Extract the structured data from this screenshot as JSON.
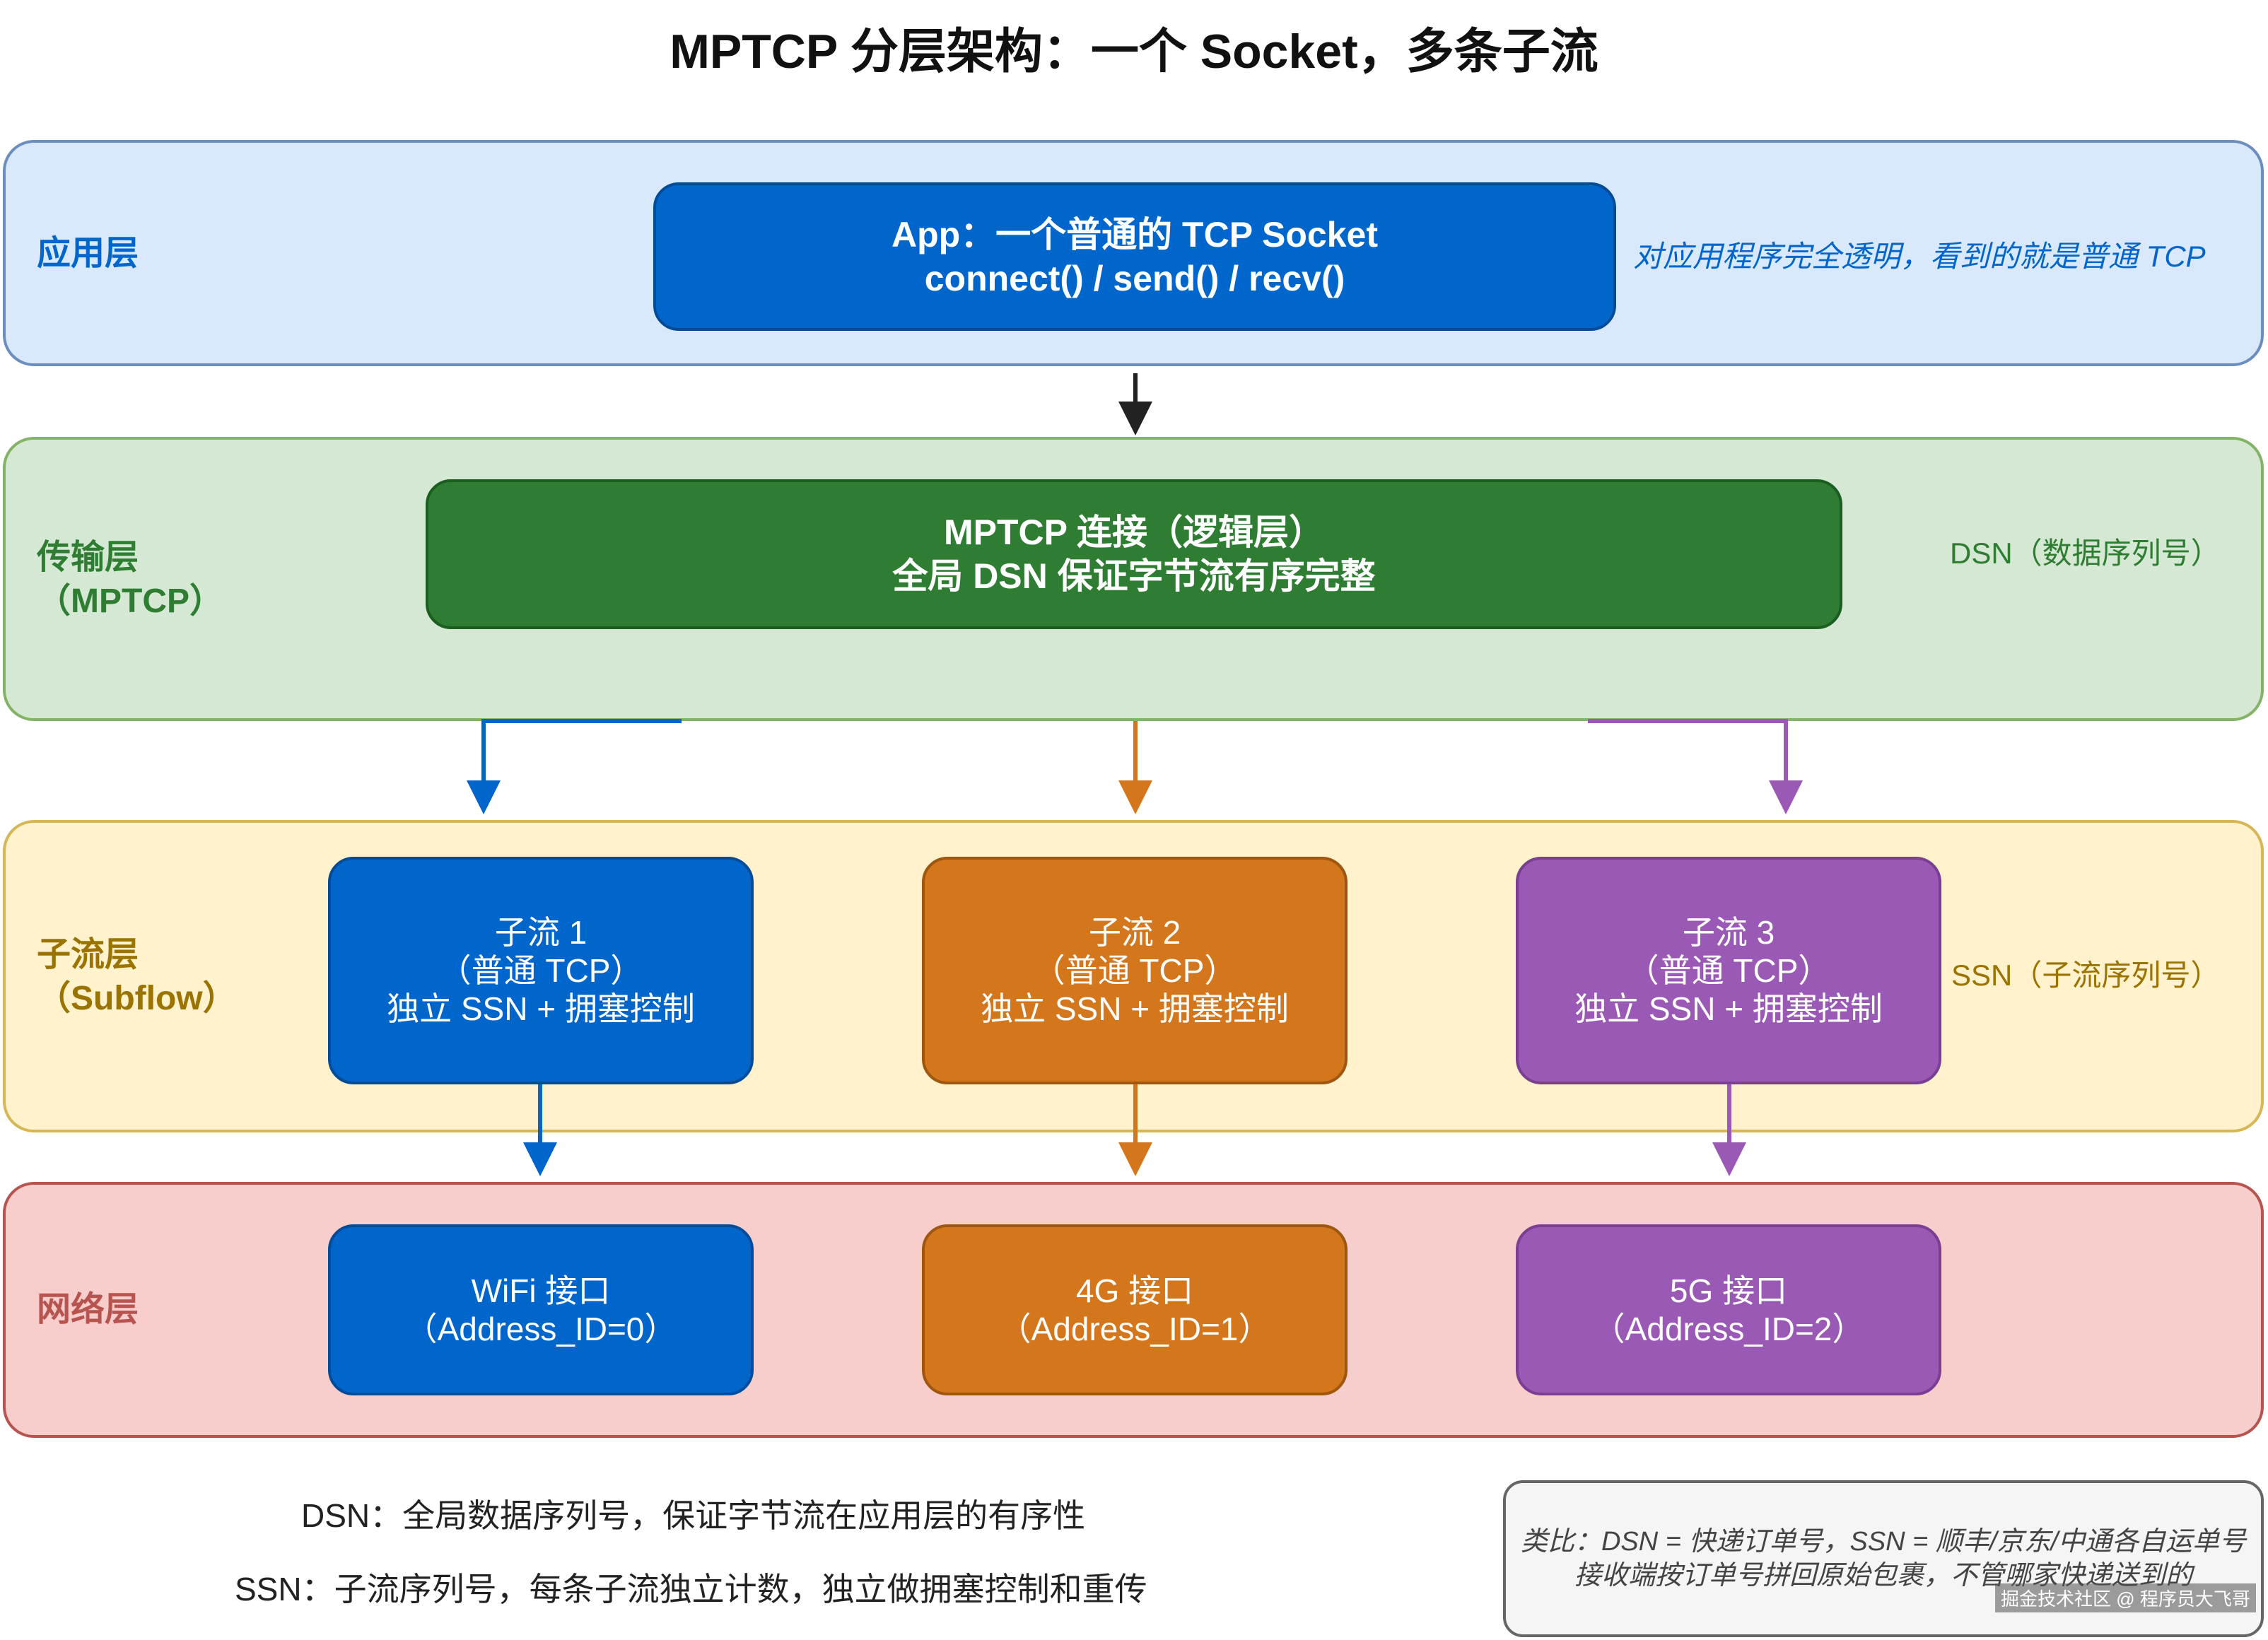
{
  "title": "MPTCP 分层架构：一个 Socket，多条子流",
  "layers": {
    "app": {
      "label": "应用层",
      "box_line1": "App：一个普通的 TCP Socket",
      "box_line2": "connect() / send() / recv()",
      "side_note": "对应用程序完全透明，看到的就是普通 TCP"
    },
    "transport": {
      "label_line1": "传输层",
      "label_line2": "（MPTCP）",
      "box_line1": "MPTCP 连接（逻辑层）",
      "box_line2": "全局 DSN 保证字节流有序完整",
      "side_note": "DSN（数据序列号）"
    },
    "subflow": {
      "label_line1": "子流层",
      "label_line2": "（Subflow）",
      "side_note": "SSN（子流序列号）",
      "boxes": [
        {
          "line1": "子流 1",
          "line2": "（普通 TCP）",
          "line3": "独立 SSN + 拥塞控制"
        },
        {
          "line1": "子流 2",
          "line2": "（普通 TCP）",
          "line3": "独立 SSN + 拥塞控制"
        },
        {
          "line1": "子流 3",
          "line2": "（普通 TCP）",
          "line3": "独立 SSN + 拥塞控制"
        }
      ]
    },
    "network": {
      "label": "网络层",
      "boxes": [
        {
          "line1": "WiFi 接口",
          "line2": "（Address_ID=0）"
        },
        {
          "line1": "4G 接口",
          "line2": "（Address_ID=1）"
        },
        {
          "line1": "5G 接口",
          "line2": "（Address_ID=2）"
        }
      ]
    }
  },
  "notes": {
    "dsn": "DSN：全局数据序列号，保证字节流在应用层的有序性",
    "ssn": "SSN：子流序列号，每条子流独立计数，独立做拥塞控制和重传"
  },
  "analogy": {
    "line1": "类比：DSN = 快递订单号，SSN = 顺丰/京东/中通各自运单号",
    "line2": "接收端按订单号拼回原始包裹，不管哪家快递送到的"
  },
  "watermark": "掘金技术社区 @ 程序员大飞哥",
  "colors": {
    "blue": "#0066cc",
    "orange": "#d4761c",
    "purple": "#9b59b6",
    "green": "#2e7d32",
    "app_bg": "#dae8fc",
    "transport_bg": "#d5e8d4",
    "subflow_bg": "#fff2cc",
    "network_bg": "#f8cecc"
  }
}
